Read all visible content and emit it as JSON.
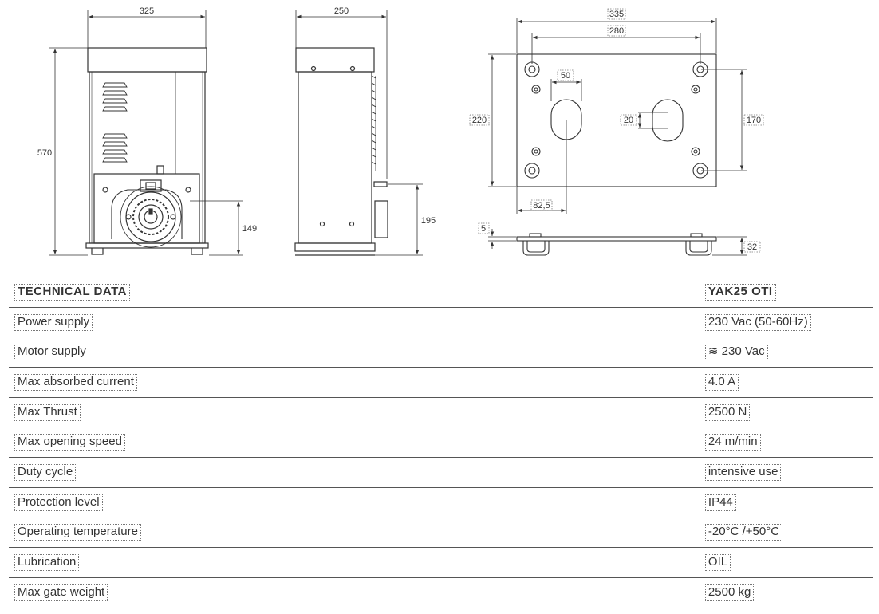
{
  "drawings": {
    "front_view": {
      "width_label": "325",
      "height_label": "570",
      "axis_height_label": "149"
    },
    "side_view": {
      "width_label": "250",
      "height_label": "195"
    },
    "base_plate": {
      "outer_width_label": "335",
      "hole_spacing_label": "280",
      "slot_width_label": "50",
      "depth_label": "220",
      "slot_height_label": "20",
      "hole_depth_label": "170",
      "offset_label": "82,5",
      "plate_thickness_label": "5",
      "bracket_height_label": "32"
    }
  },
  "table": {
    "header": {
      "label": "TECHNICAL DATA",
      "model": "YAK25 OTI"
    },
    "rows": [
      {
        "label": "Power supply",
        "value": "230 Vac (50-60Hz)"
      },
      {
        "label": "Motor supply",
        "value": "≋ 230 Vac"
      },
      {
        "label": "Max absorbed current",
        "value": "4.0 A"
      },
      {
        "label": "Max Thrust",
        "value": "2500 N"
      },
      {
        "label": "Max opening speed",
        "value": "24 m/min"
      },
      {
        "label": "Duty cycle",
        "value": "intensive use"
      },
      {
        "label": "Protection level",
        "value": "IP44"
      },
      {
        "label": "Operating temperature",
        "value": "-20°C /+50°C"
      },
      {
        "label": "Lubrication",
        "value": "OIL"
      },
      {
        "label": "Max gate weight",
        "value": "2500 kg"
      }
    ]
  }
}
